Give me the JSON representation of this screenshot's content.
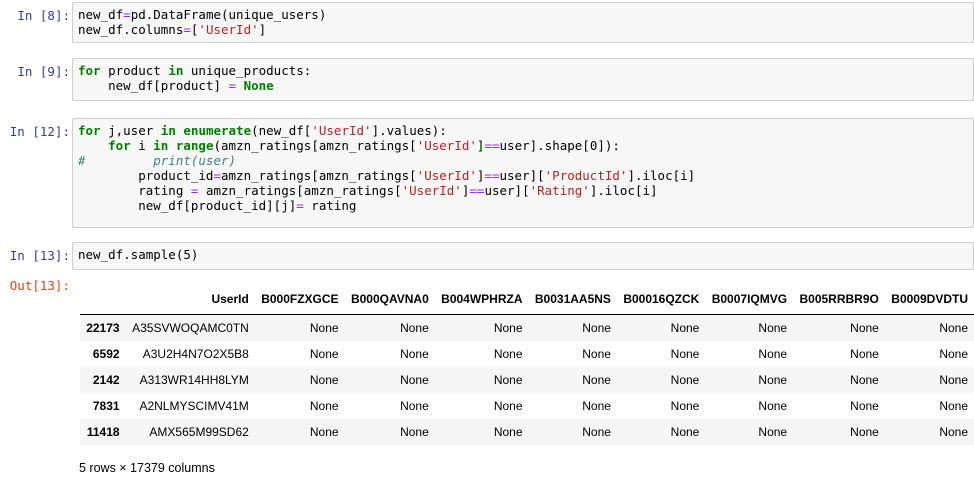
{
  "cells": {
    "c8": {
      "prompt": "In [8]:"
    },
    "c9": {
      "prompt": "In [9]:"
    },
    "c12": {
      "prompt": "In [12]:"
    },
    "c13": {
      "prompt": "In [13]:",
      "out_prompt": "Out[13]:"
    }
  },
  "table": {
    "columns": [
      "UserId",
      "B000FZXGCE",
      "B000QAVNA0",
      "B004WPHRZA",
      "B0031AA5NS",
      "B00016QZCK",
      "B0007IQMVG",
      "B005RRBR9O",
      "B0009DVDTU"
    ],
    "rows": [
      {
        "index": "22173",
        "cells": [
          "A35SVWOQAMC0TN",
          "None",
          "None",
          "None",
          "None",
          "None",
          "None",
          "None",
          "None"
        ]
      },
      {
        "index": "6592",
        "cells": [
          "A3U2H4N7O2X5B8",
          "None",
          "None",
          "None",
          "None",
          "None",
          "None",
          "None",
          "None"
        ]
      },
      {
        "index": "2142",
        "cells": [
          "A313WR14HH8LYM",
          "None",
          "None",
          "None",
          "None",
          "None",
          "None",
          "None",
          "None"
        ]
      },
      {
        "index": "7831",
        "cells": [
          "A2NLMYSCIMV41M",
          "None",
          "None",
          "None",
          "None",
          "None",
          "None",
          "None",
          "None"
        ]
      },
      {
        "index": "11418",
        "cells": [
          "AMX565M99SD62",
          "None",
          "None",
          "None",
          "None",
          "None",
          "None",
          "None",
          "None"
        ]
      }
    ],
    "shape_note": "5 rows × 17379 columns"
  }
}
